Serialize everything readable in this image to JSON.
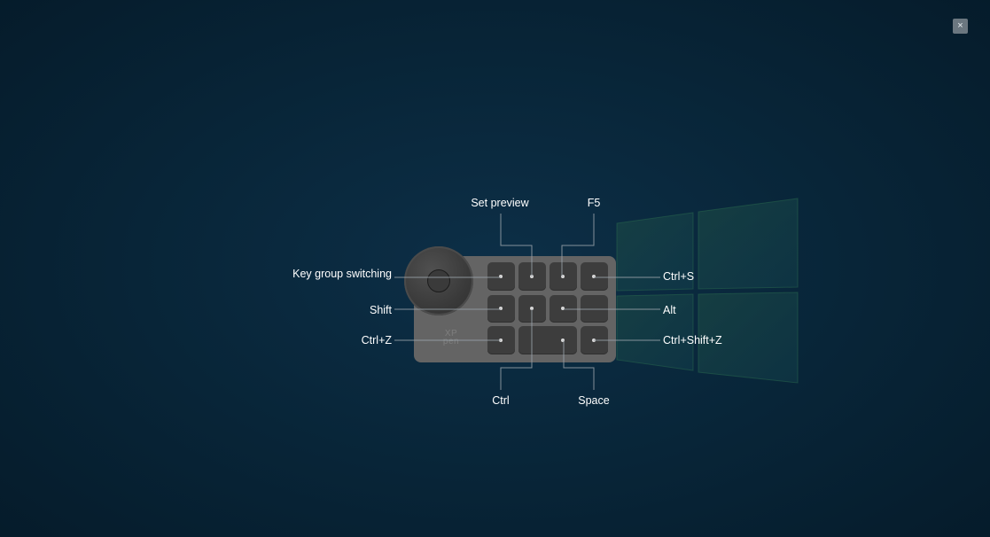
{
  "window": {
    "close_label": "×"
  },
  "device": {
    "brand_line1": "XP",
    "brand_line2": "pen"
  },
  "labels": {
    "set_preview": "Set preview",
    "f5": "F5",
    "key_group_switching": "Key group switching",
    "ctrl_s": "Ctrl+S",
    "shift": "Shift",
    "alt": "Alt",
    "ctrl_z": "Ctrl+Z",
    "ctrl_shift_z": "Ctrl+Shift+Z",
    "ctrl": "Ctrl",
    "space": "Space"
  },
  "colors": {
    "background": "#082538",
    "device_body": "#646464",
    "key": "#3d3d3d",
    "leader_line": "#9aa3aa",
    "label_text": "#ffffff"
  }
}
